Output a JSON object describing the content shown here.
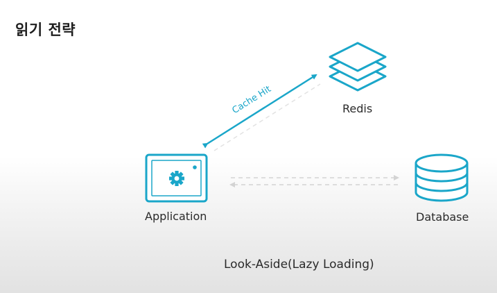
{
  "page": {
    "title": "읽기 전략",
    "caption": "Look-Aside(Lazy Loading)"
  },
  "nodes": {
    "redis": {
      "label": "Redis",
      "icon": "stacked-layers-icon"
    },
    "application": {
      "label": "Application",
      "icon": "gear-window-icon"
    },
    "database": {
      "label": "Database",
      "icon": "database-cylinder-icon"
    }
  },
  "edges": {
    "cache_hit": {
      "label": "Cache Hit"
    }
  },
  "colors": {
    "accent": "#1aa6c9",
    "dashed": "#d6d6d6",
    "text": "#222222"
  }
}
